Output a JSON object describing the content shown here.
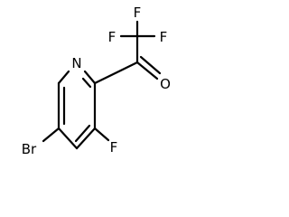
{
  "molecule": {
    "atoms": {
      "n1": "N",
      "br": "Br",
      "f_ring": "F",
      "f_top": "F",
      "f_left": "F",
      "f_right": "F",
      "o": "O"
    }
  }
}
